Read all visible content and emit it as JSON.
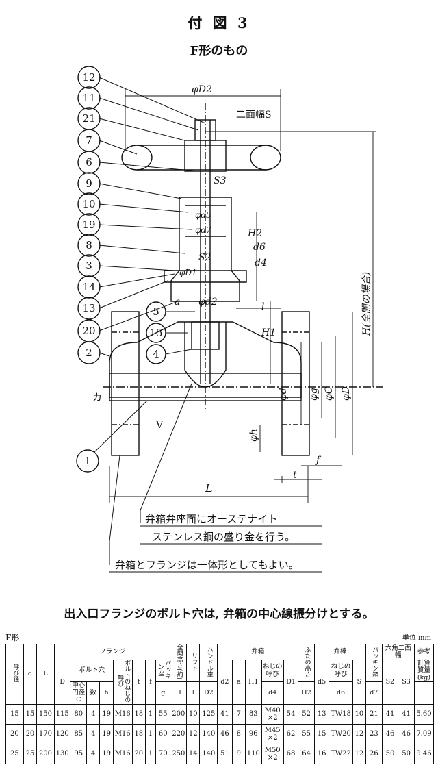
{
  "title": "付 図 3",
  "subtitle": "F形のもの",
  "figure": {
    "callouts": [
      "12",
      "11",
      "21",
      "7",
      "6",
      "9",
      "10",
      "19",
      "8",
      "3",
      "14",
      "13",
      "20",
      "2",
      "1"
    ],
    "inner_labels": [
      "5",
      "15",
      "4"
    ],
    "dimensions": {
      "phi_d2_top": "φD2",
      "nikenhaba": "二面幅S",
      "s3": "S3",
      "d5": "φd5",
      "d7": "φd7",
      "h2": "H2",
      "d6": "d6",
      "d4": "d4",
      "s2": "S2",
      "phi_d1": "φD1",
      "a": "a",
      "phi_d2_mid": "φd2",
      "l_small": "l",
      "h1": "H1",
      "h_full": "H(全開の場合)",
      "phi_d": "φd",
      "phi_g": "φg",
      "phi_c": "φC",
      "phi_D": "φD",
      "phi_h": "φh",
      "t": "t",
      "f": "f",
      "L": "L",
      "ka": "カ",
      "v": "V"
    },
    "notes": [
      "弁箱弁座面にオーステナイト",
      "ステンレス鋼の盛り金を行う。",
      "弁箱とフランジは一体形としてもよい。"
    ]
  },
  "sentence": "出入口フランジのボルト穴は, 弁箱の中心線振分けとする。",
  "table_tag": "F形",
  "unit": "単位 mm",
  "table": {
    "headers": {
      "yobikei": "呼び径",
      "flange": "フランジ",
      "bolt_hole": "ボルト穴",
      "c_label": "中心円径C",
      "su": "数",
      "bolt_nejinoyobi": "ボルトのねじの呼び",
      "packing_za": "パッキン座",
      "zenkai": "全開高さ(約)",
      "lift": "リフト",
      "handle": "ハンドル車",
      "benbako": "弁箱",
      "nejinoyobi": "ねじの呼び",
      "futa": "ふたの高さ",
      "benbou": "弁棒",
      "packing_bako": "パッキン箱",
      "rokkaku": "六角二面幅",
      "sankou": "参考",
      "keisan": "計算質量(kg)",
      "d": "d",
      "L": "L",
      "D": "D",
      "h": "h",
      "t": "t",
      "f": "f",
      "g": "g",
      "H": "H",
      "l": "l",
      "D2": "D2",
      "d2": "d2",
      "a": "a",
      "H1": "H1",
      "d4": "d4",
      "D1": "D1",
      "H2": "H2",
      "d5": "d5",
      "d6": "d6",
      "S": "S",
      "d7": "d7",
      "S2": "S2",
      "S3": "S3"
    },
    "rows": [
      {
        "yobi": "15",
        "d": "15",
        "L": "150",
        "D": "115",
        "C": "80",
        "su": "4",
        "h": "19",
        "bolt": "M16",
        "t": "18",
        "f": "1",
        "g": "55",
        "H": "200",
        "l": "10",
        "D2": "125",
        "d2": "41",
        "a": "7",
        "H1": "83",
        "d4": "M40 ×2",
        "D1": "54",
        "H2": "52",
        "d5": "13",
        "d6": "TW18",
        "S": "10",
        "d7": "21",
        "S2": "41",
        "S3": "41",
        "mass": "5.60"
      },
      {
        "yobi": "20",
        "d": "20",
        "L": "170",
        "D": "120",
        "C": "85",
        "su": "4",
        "h": "19",
        "bolt": "M16",
        "t": "18",
        "f": "1",
        "g": "60",
        "H": "220",
        "l": "12",
        "D2": "140",
        "d2": "46",
        "a": "8",
        "H1": "96",
        "d4": "M45 ×2",
        "D1": "62",
        "H2": "55",
        "d5": "15",
        "d6": "TW20",
        "S": "12",
        "d7": "23",
        "S2": "46",
        "S3": "46",
        "mass": "7.09"
      },
      {
        "yobi": "25",
        "d": "25",
        "L": "200",
        "D": "130",
        "C": "95",
        "su": "4",
        "h": "19",
        "bolt": "M16",
        "t": "20",
        "f": "1",
        "g": "70",
        "H": "250",
        "l": "14",
        "D2": "140",
        "d2": "51",
        "a": "9",
        "H1": "110",
        "d4": "M50 ×2",
        "D1": "68",
        "H2": "64",
        "d5": "16",
        "d6": "TW22",
        "S": "12",
        "d7": "26",
        "S2": "50",
        "S3": "50",
        "mass": "9.46"
      }
    ]
  }
}
